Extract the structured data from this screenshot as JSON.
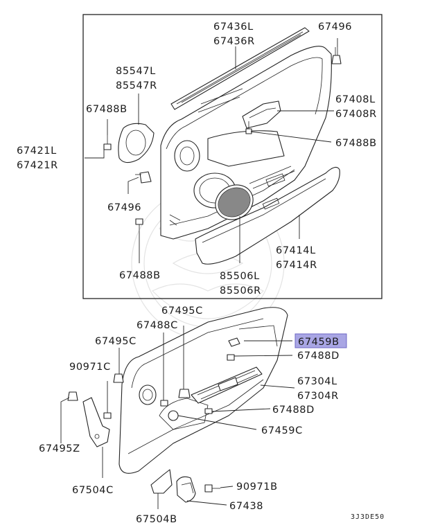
{
  "labels": {
    "p67436": [
      "67436L",
      "67436R"
    ],
    "p67496_top": "67496",
    "p85547": [
      "85547L",
      "85547R"
    ],
    "p67408": [
      "67408L",
      "67408R"
    ],
    "p67488b_a": "67488B",
    "p67488b_right": "67488B",
    "p67421": [
      "67421L",
      "67421R"
    ],
    "p67496_mid": "67496",
    "p67414": [
      "67414L",
      "67414R"
    ],
    "p67488b_b": "67488B",
    "p85506": [
      "85506L",
      "85506R"
    ],
    "p67495c_top": "67495C",
    "p67488c": "67488C",
    "p67459b": "67459B",
    "p67495c_left": "67495C",
    "p67488d_top": "67488D",
    "p90971c": "90971C",
    "p67304": [
      "67304L",
      "67304R"
    ],
    "p67488d_bottom": "67488D",
    "p67459c": "67459C",
    "p67495z": "67495Z",
    "p67504c": "67504C",
    "p90971b": "90971B",
    "p67438": "67438",
    "p67504b": "67504B"
  },
  "highlight_color": "#a9a6e4",
  "diagram_code": "3J3DE50"
}
